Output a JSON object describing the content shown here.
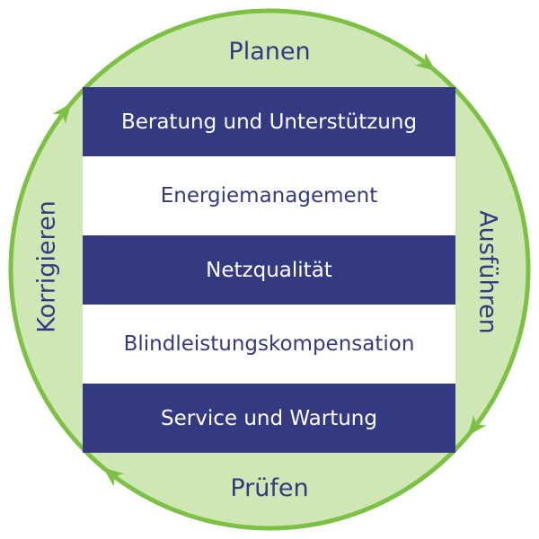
{
  "cycle": {
    "top": "Planen",
    "right": "Ausführen",
    "bottom": "Prüfen",
    "left": "Korrigieren",
    "colors": {
      "ring": "#7cc144",
      "fill": "#cfe6b5",
      "arrow": "#7cc144"
    }
  },
  "services": [
    {
      "label": "Beratung und Unterstützung",
      "style": "dark"
    },
    {
      "label": "Energiemanagement",
      "style": "light"
    },
    {
      "label": "Netzqualität",
      "style": "dark"
    },
    {
      "label": "Blindleistungskompensation",
      "style": "light"
    },
    {
      "label": "Service und Wartung",
      "style": "dark"
    }
  ],
  "colors": {
    "band_dark": "#333a82",
    "band_light": "#ffffff",
    "text_dark": "#333a82"
  }
}
